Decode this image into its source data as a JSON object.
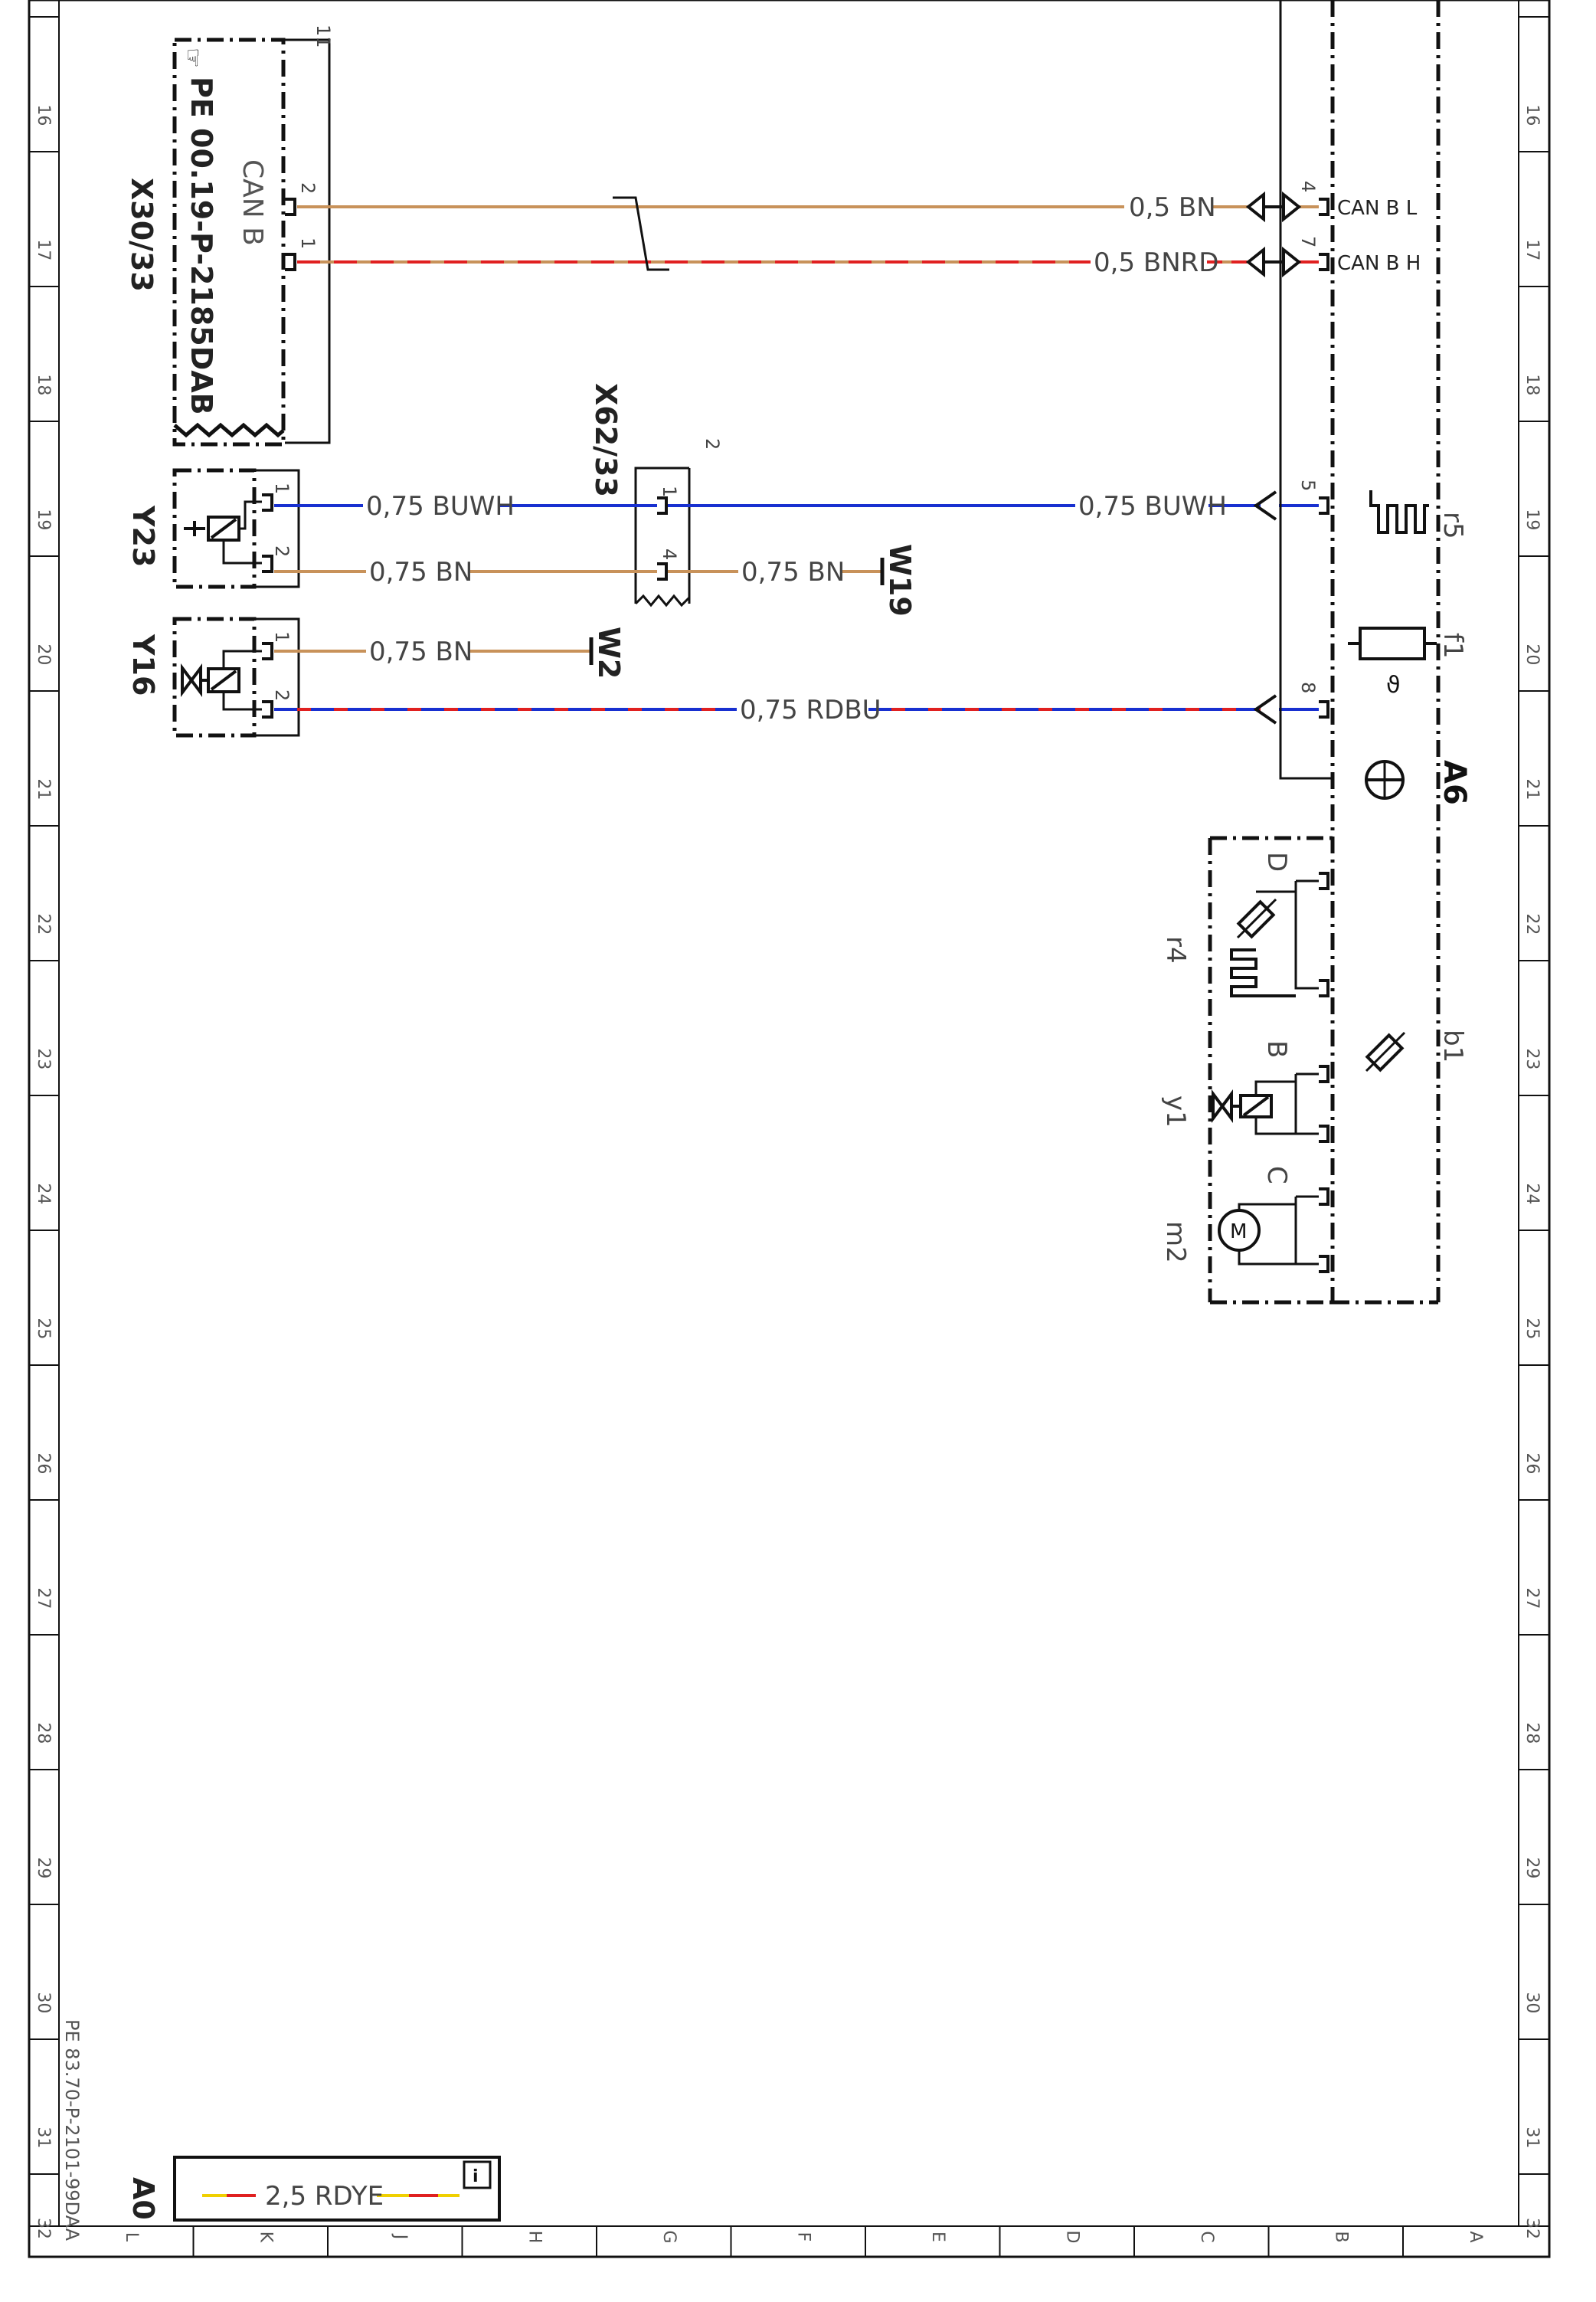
{
  "grid": {
    "rows": [
      "16",
      "17",
      "18",
      "19",
      "20",
      "21",
      "22",
      "23",
      "24",
      "25",
      "26",
      "27",
      "28",
      "29",
      "30",
      "31",
      "32"
    ],
    "columns": [
      "L",
      "K",
      "J",
      "H",
      "G",
      "F",
      "E",
      "D",
      "C",
      "B",
      "A"
    ]
  },
  "components": {
    "x30": {
      "ref": "X30/33",
      "doc": "PE 00.19-P-2185DAB",
      "bus": "CAN B",
      "pin_a": "2",
      "pin_b": "1",
      "bracket": "11"
    },
    "x62": {
      "ref": "X62/33",
      "pin_a": "1",
      "pin_b": "4",
      "bracket": "2"
    },
    "y23": {
      "ref": "Y23",
      "pin_a": "1",
      "pin_b": "2"
    },
    "y16": {
      "ref": "Y16",
      "pin_a": "1",
      "pin_b": "2"
    },
    "a6": {
      "ref": "A6",
      "pin_can_l": "4",
      "pin_can_h": "7",
      "pin_r5": "5",
      "pin_f1": "8",
      "can_l": "CAN B L",
      "can_h": "CAN B H",
      "r5": "r5",
      "f1": "f1",
      "b1": "b1",
      "r4": "r4",
      "y1": "y1",
      "m2": "m2",
      "sub_d": "D",
      "sub_b": "B",
      "sub_c": "C"
    },
    "w19": "W19",
    "w2": "W2",
    "a0": "A0"
  },
  "wires": {
    "can_l": "0,5 BN",
    "can_h": "0,5 BNRD",
    "y23_p1_left": "0,75 BUWH",
    "y23_p1_right": "0,75 BUWH",
    "y23_p2_left": "0,75 BN",
    "y23_p2_right": "0,75 BN",
    "y16_p1": "0,75 BN",
    "y16_p2": "0,75 RDBU",
    "legend": "2,5 RDYE"
  },
  "footer_doc": "PE 83.70-P-2101-99DAA",
  "colors": {
    "brown": "#c8925a",
    "red": "#e02020",
    "blue": "#1830d0",
    "white_stripe": "#ffffff",
    "yellow": "#f0d000",
    "ink": "#111111"
  }
}
